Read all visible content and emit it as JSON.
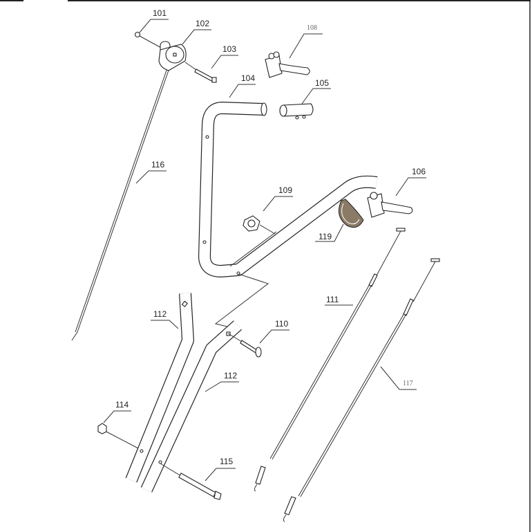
{
  "diagram": {
    "title": "Handle assembly exploded view",
    "callouts": [
      {
        "id": "c101",
        "label": "101"
      },
      {
        "id": "c102",
        "label": "102"
      },
      {
        "id": "c103",
        "label": "103"
      },
      {
        "id": "c108",
        "label": "108"
      },
      {
        "id": "c104",
        "label": "104"
      },
      {
        "id": "c105",
        "label": "105"
      },
      {
        "id": "c106",
        "label": "106"
      },
      {
        "id": "c109",
        "label": "109"
      },
      {
        "id": "c119",
        "label": "119"
      },
      {
        "id": "c116",
        "label": "116"
      },
      {
        "id": "c111",
        "label": "111"
      },
      {
        "id": "c112a",
        "label": "112"
      },
      {
        "id": "c110",
        "label": "110"
      },
      {
        "id": "c112b",
        "label": "112"
      },
      {
        "id": "c117",
        "label": "117"
      },
      {
        "id": "c114",
        "label": "114"
      },
      {
        "id": "c115",
        "label": "115"
      }
    ]
  }
}
